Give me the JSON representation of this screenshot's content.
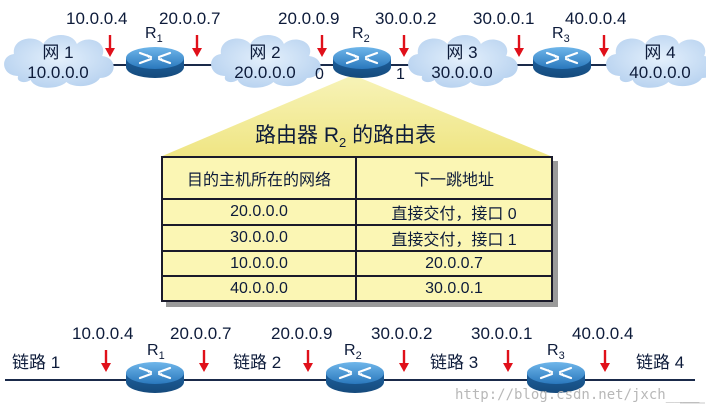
{
  "top": {
    "clouds": [
      {
        "name": "网 1",
        "net": "10.0.0.0"
      },
      {
        "name": "网 2",
        "net": "20.0.0.0"
      },
      {
        "name": "网 3",
        "net": "30.0.0.0"
      },
      {
        "name": "网 4",
        "net": "40.0.0.0"
      }
    ],
    "addresses": [
      "10.0.0.4",
      "20.0.0.7",
      "20.0.0.9",
      "30.0.0.2",
      "30.0.0.1",
      "40.0.0.4"
    ],
    "routers": [
      {
        "letter": "R",
        "sub": "1"
      },
      {
        "letter": "R",
        "sub": "2"
      },
      {
        "letter": "R",
        "sub": "3"
      }
    ],
    "ports": [
      "0",
      "1"
    ]
  },
  "table": {
    "title_prefix": "路由器 R",
    "title_sub": "2",
    "title_suffix": " 的路由表",
    "headers": [
      "目的主机所在的网络",
      "下一跳地址"
    ],
    "rows": [
      [
        "20.0.0.0",
        "直接交付，接口 0"
      ],
      [
        "30.0.0.0",
        "直接交付，接口 1"
      ],
      [
        "10.0.0.0",
        "20.0.0.7"
      ],
      [
        "40.0.0.0",
        "30.0.0.1"
      ]
    ]
  },
  "bottom": {
    "links": [
      "链路 1",
      "链路 2",
      "链路 3",
      "链路 4"
    ],
    "addresses": [
      "10.0.0.4",
      "20.0.0.7",
      "20.0.0.9",
      "30.0.0.2",
      "30.0.0.1",
      "40.0.0.4"
    ],
    "routers": [
      {
        "letter": "R",
        "sub": "1"
      },
      {
        "letter": "R",
        "sub": "2"
      },
      {
        "letter": "R",
        "sub": "3"
      }
    ]
  },
  "watermark": "http://blog.csdn.net/jxch____",
  "colors": {
    "arrow": "#e0101a",
    "cloud": "#c6ddf5",
    "router": "#2f86c8",
    "table": "#fbf6b4",
    "funnel": "#f3ec97"
  }
}
